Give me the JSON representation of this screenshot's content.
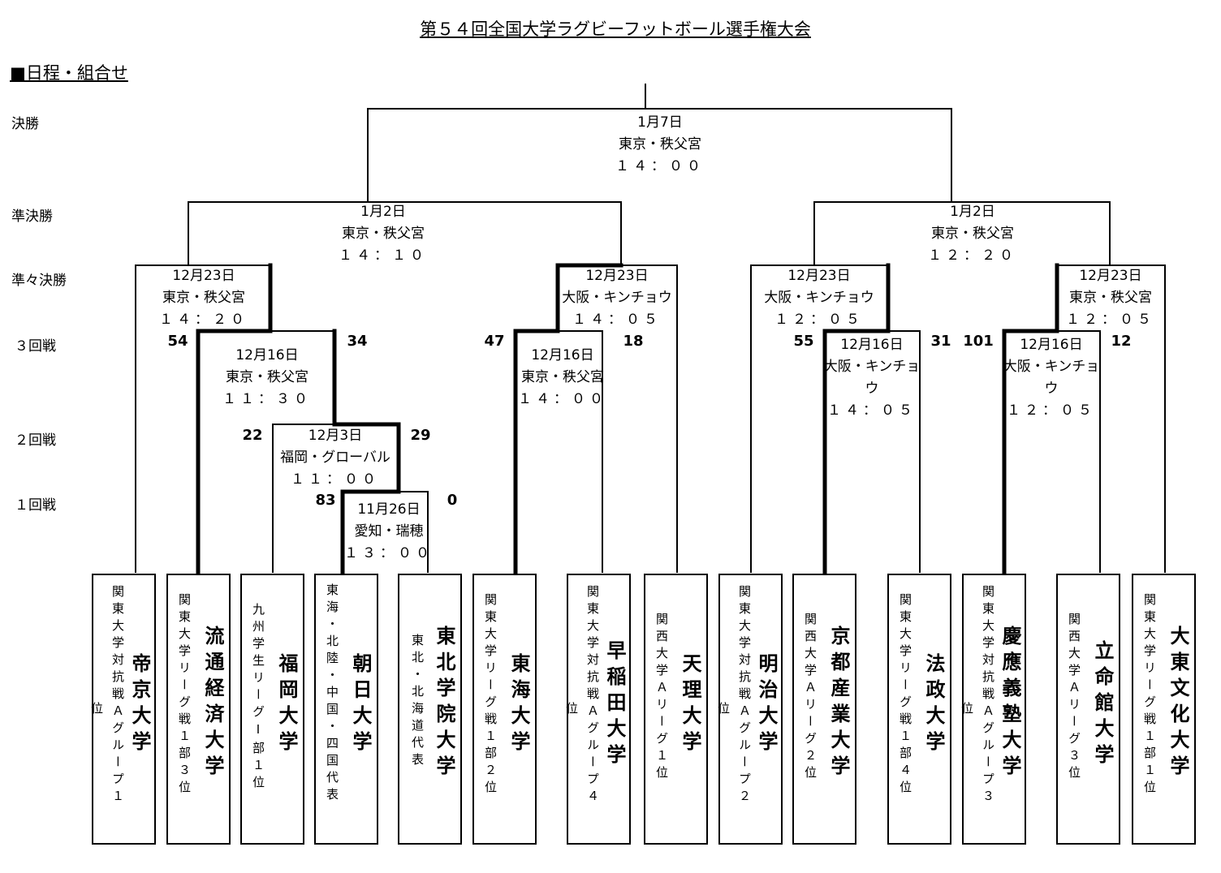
{
  "title": "第５４回全国大学ラグビーフットボール選手権大会",
  "section": "■日程・組合せ",
  "rounds": {
    "final": "決勝",
    "semifinal": "準決勝",
    "quarterfinal": "準々決勝",
    "round3": "３回戦",
    "round2": "２回戦",
    "round1": "１回戦"
  },
  "matches": {
    "final": {
      "date": "1月7日",
      "venue": "東京・秩父宮",
      "time": "１４：００"
    },
    "sf_left": {
      "date": "1月2日",
      "venue": "東京・秩父宮",
      "time": "１４：１０"
    },
    "sf_right": {
      "date": "1月2日",
      "venue": "東京・秩父宮",
      "time": "１２：２０"
    },
    "qf1": {
      "date": "12月23日",
      "venue": "東京・秩父宮",
      "time": "１４：２０"
    },
    "qf2": {
      "date": "12月23日",
      "venue": "大阪・キンチョウ",
      "time": "１４：０５"
    },
    "qf3": {
      "date": "12月23日",
      "venue": "大阪・キンチョウ",
      "time": "１２：０５"
    },
    "qf4": {
      "date": "12月23日",
      "venue": "東京・秩父宮",
      "time": "１２：０５"
    },
    "r3a": {
      "date": "12月16日",
      "venue": "東京・秩父宮",
      "time": "１１：３０"
    },
    "r3b": {
      "date": "12月16日",
      "venue": "東京・秩父宮",
      "time": "１４：００"
    },
    "r3c": {
      "date": "12月16日",
      "venue1": "大阪・キンチョ",
      "venue2": "ウ",
      "time": "１４：０５"
    },
    "r3d": {
      "date": "12月16日",
      "venue1": "大阪・キンチョ",
      "venue2": "ウ",
      "time": "１２：０５"
    },
    "r2": {
      "date": "12月3日",
      "venue": "福岡・グローバル",
      "time": "１１：００"
    },
    "r1": {
      "date": "11月26日",
      "venue": "愛知・瑞穂",
      "time": "１３：００"
    }
  },
  "scores": {
    "qf1_left": "54",
    "qf1_right": "34",
    "qf2_left": "47",
    "qf2_right": "18",
    "qf3_left": "55",
    "qf3_right": "31",
    "qf4_left": "101",
    "qf4_right": "12",
    "r2_left": "22",
    "r2_right": "29",
    "r1_left": "83",
    "r1_right": "0"
  },
  "teams": [
    {
      "name": "帝京大学",
      "info": "関東大学対抗戦Ａグループ１",
      "info_extra": "位"
    },
    {
      "name": "流通経済大学",
      "info": "関東大学リーグ戦１部３位"
    },
    {
      "name": "福岡大学",
      "info": "九州学生リーグⅠ部１位"
    },
    {
      "name": "朝日大学",
      "info": "東海・北陸・中国・四国代表"
    },
    {
      "name": "東北学院大学",
      "info": "東北・北海道代表"
    },
    {
      "name": "東海大学",
      "info": "関東大学リーグ戦１部２位"
    },
    {
      "name": "早稲田大学",
      "info": "関東大学対抗戦Ａグループ４",
      "info_extra": "位"
    },
    {
      "name": "天理大学",
      "info": "関西大学Ａリーグ１位"
    },
    {
      "name": "明治大学",
      "info": "関東大学対抗戦Ａグループ２",
      "info_extra": "位"
    },
    {
      "name": "京都産業大学",
      "info": "関西大学Ａリーグ２位"
    },
    {
      "name": "法政大学",
      "info": "関東大学リーグ戦１部４位"
    },
    {
      "name": "慶應義塾大学",
      "info": "関東大学対抗戦Ａグループ３",
      "info_extra": "位"
    },
    {
      "name": "立命館大学",
      "info": "関西大学Ａリーグ３位"
    },
    {
      "name": "大東文化大学",
      "info": "関東大学リーグ戦１部１位"
    }
  ]
}
